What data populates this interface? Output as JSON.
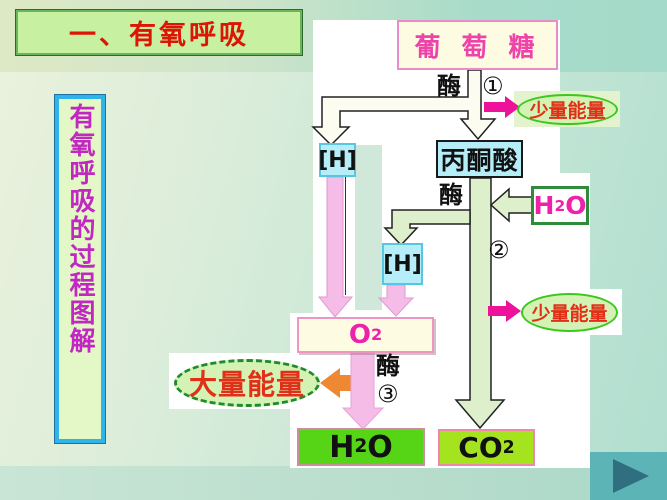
{
  "title": {
    "text": "一、有氧呼吸"
  },
  "sidebar": {
    "text": "有氧呼吸的过程图解"
  },
  "diagram": {
    "glucose": "葡 萄 糖",
    "enzyme": "酶",
    "steps": {
      "one": "①",
      "two": "②",
      "three": "③"
    },
    "h_carrier": "[H]",
    "pyruvate": "丙酮酸",
    "energy_small": "少量能量",
    "energy_large": "大量能量",
    "water": {
      "pre": "H",
      "sub": "2",
      "post": "O"
    },
    "oxygen": {
      "pre": "O",
      "sub": "2"
    },
    "carbon_dioxide": {
      "pre": "CO",
      "sub": "2"
    }
  },
  "controls": {
    "next_icon": "play-triangle"
  },
  "colors": {
    "title_text": "#dd1505",
    "side_text": "#c128c1",
    "glucose_text": "#ee44aa",
    "energy_text": "#e03018",
    "formula_magenta": "#ee22aa",
    "box_cyan": "#b5edf8",
    "box_green_h2o": "#55d515",
    "box_green_co2": "#a4e31e",
    "ellipse_green_fill": "#d4f2b4",
    "ellipse_green_border": "#3bc81e",
    "arrow_cream": "#fdfcf0",
    "arrow_green": "#ddefcb",
    "arrow_pink": "#f6bce8",
    "arrow_magenta": "#ee1199",
    "arrow_orange": "#ef8833",
    "play_bg": "#5db4b6",
    "play_triangle": "#2f6f80"
  }
}
